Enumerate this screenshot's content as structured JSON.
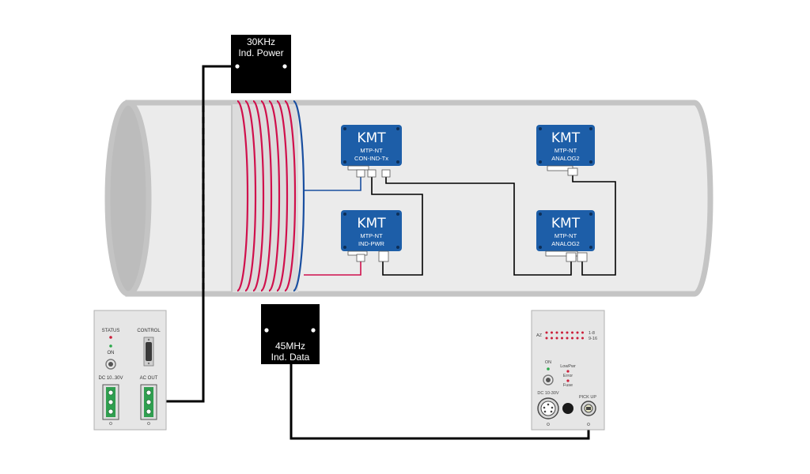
{
  "colors": {
    "pipe_fill": "#ebebeb",
    "pipe_edge": "#c4c4c4",
    "pipe_end": "#b9b9b9",
    "coil_red": "#d0104c",
    "coil_blue": "#1a4fa0",
    "module_blue": "#1d5ea8",
    "box_black": "#000000",
    "panel_fill": "#e6e6e6",
    "connector_green": "#2f9e4f",
    "led_red": "#cc1f3a",
    "led_green": "#2aa84a"
  },
  "boxes": {
    "power": {
      "line1": "30KHz",
      "line2": "Ind. Power"
    },
    "data": {
      "line1": "45MHz",
      "line2": "Ind. Data"
    }
  },
  "modules": [
    {
      "logo": "KMT",
      "model": "MTP-NT",
      "name": "CON-IND-Tx"
    },
    {
      "logo": "KMT",
      "model": "MTP-NT",
      "name": "IND-PWR"
    },
    {
      "logo": "KMT",
      "model": "MTP-NT",
      "name": "ANALOG2"
    },
    {
      "logo": "KMT",
      "model": "MTP-NT",
      "name": "ANALOG2"
    }
  ],
  "left_panel": {
    "status_label": "STATUS",
    "control_label": "CONTROL",
    "on_label": "ON",
    "dc_label": "DC 10..30V",
    "ac_label": "AC OUT"
  },
  "right_panel": {
    "az_label": "AZ",
    "ch1_label": "1-8",
    "ch2_label": "9-16",
    "on_label": "ON",
    "lowpwr_label": "LowPwr",
    "error_label": "Error",
    "fuse_label": "Fuse",
    "dc_label": "DC 10-30V",
    "pickup_label": "PICK UP"
  }
}
